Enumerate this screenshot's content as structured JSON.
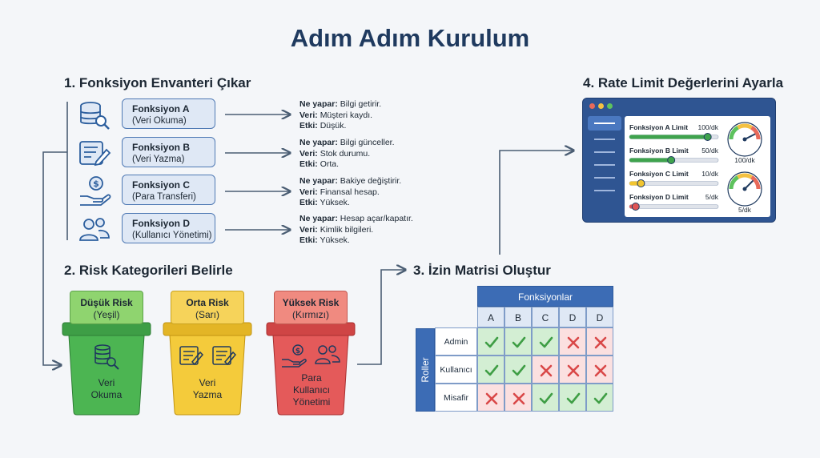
{
  "title": "Adım Adım Kurulum",
  "step1": {
    "heading": "1. Fonksiyon Envanteri Çıkar"
  },
  "functions": [
    {
      "name": "Fonksiyon A",
      "sub": "(Veri Okuma)",
      "icon": "database-search-icon",
      "does_label": "Ne yapar:",
      "does": "Bilgi getirir.",
      "data_label": "Veri:",
      "data": "Müşteri kaydı.",
      "impact_label": "Etki:",
      "impact": "Düşük."
    },
    {
      "name": "Fonksiyon B",
      "sub": "(Veri Yazma)",
      "icon": "document-edit-icon",
      "does_label": "Ne yapar:",
      "does": "Bilgi günceller.",
      "data_label": "Veri:",
      "data": "Stok durumu.",
      "impact_label": "Etki:",
      "impact": "Orta."
    },
    {
      "name": "Fonksiyon C",
      "sub": "(Para Transferi)",
      "icon": "money-transfer-icon",
      "does_label": "Ne yapar:",
      "does": "Bakiye değiştirir.",
      "data_label": "Veri:",
      "data": "Finansal hesap.",
      "impact_label": "Etki:",
      "impact": "Yüksek."
    },
    {
      "name": "Fonksiyon D",
      "sub": "(Kullanıcı Yönetimi)",
      "icon": "users-icon",
      "does_label": "Ne yapar:",
      "does": "Hesap açar/kapatır.",
      "data_label": "Veri:",
      "data": "Kimlik bilgileri.",
      "impact_label": "Etki:",
      "impact": "Yüksek."
    }
  ],
  "step2": {
    "heading": "2. Risk Kategorileri Belirle",
    "buckets": [
      {
        "title": "Düşük Risk",
        "sub": "(Yeşil)",
        "lines": [
          "Veri",
          "Okuma"
        ],
        "color": "#44ad4a",
        "tag_color": "#8fd46f"
      },
      {
        "title": "Orta Risk",
        "sub": "(Sarı)",
        "lines": [
          "Veri",
          "Yazma"
        ],
        "color": "#f2c530",
        "tag_color": "#f6d35a"
      },
      {
        "title": "Yüksek Risk",
        "sub": "(Kırmızı)",
        "lines": [
          "Para",
          "Kullanıcı",
          "Yönetimi"
        ],
        "color": "#e05555",
        "tag_color": "#f08a80"
      }
    ]
  },
  "step3": {
    "heading": "3. İzin Matrisi Oluştur",
    "col_group": "Fonksiyonlar",
    "row_group": "Roller",
    "cols": [
      "A",
      "B",
      "C",
      "D",
      "D"
    ],
    "rows": [
      {
        "role": "Admin",
        "cells": [
          "yes",
          "yes",
          "yes",
          "no",
          "no"
        ]
      },
      {
        "role": "Kullanıcı",
        "cells": [
          "yes",
          "yes",
          "no",
          "no",
          "no"
        ]
      },
      {
        "role": "Misafir",
        "cells": [
          "no",
          "no",
          "yes",
          "yes",
          "yes"
        ]
      }
    ]
  },
  "step4": {
    "heading": "4. Rate Limit Değerlerini Ayarla",
    "limits": [
      {
        "label": "Fonksiyon A Limit",
        "value": "100/dk",
        "level": 0.88,
        "color": "#3fa34d"
      },
      {
        "label": "Fonksiyon B Limit",
        "value": "50/dk",
        "level": 0.47,
        "color": "#3fa34d"
      },
      {
        "label": "Fonksiyon C Limit",
        "value": "10/dk",
        "level": 0.13,
        "color": "#f2c530"
      },
      {
        "label": "Fonksiyon D Limit",
        "value": "5/dk",
        "level": 0.07,
        "color": "#e05555"
      }
    ],
    "gauges": [
      {
        "label": "100/dk",
        "level": 0.85
      },
      {
        "label": "5/dk",
        "level": 0.75
      }
    ]
  }
}
